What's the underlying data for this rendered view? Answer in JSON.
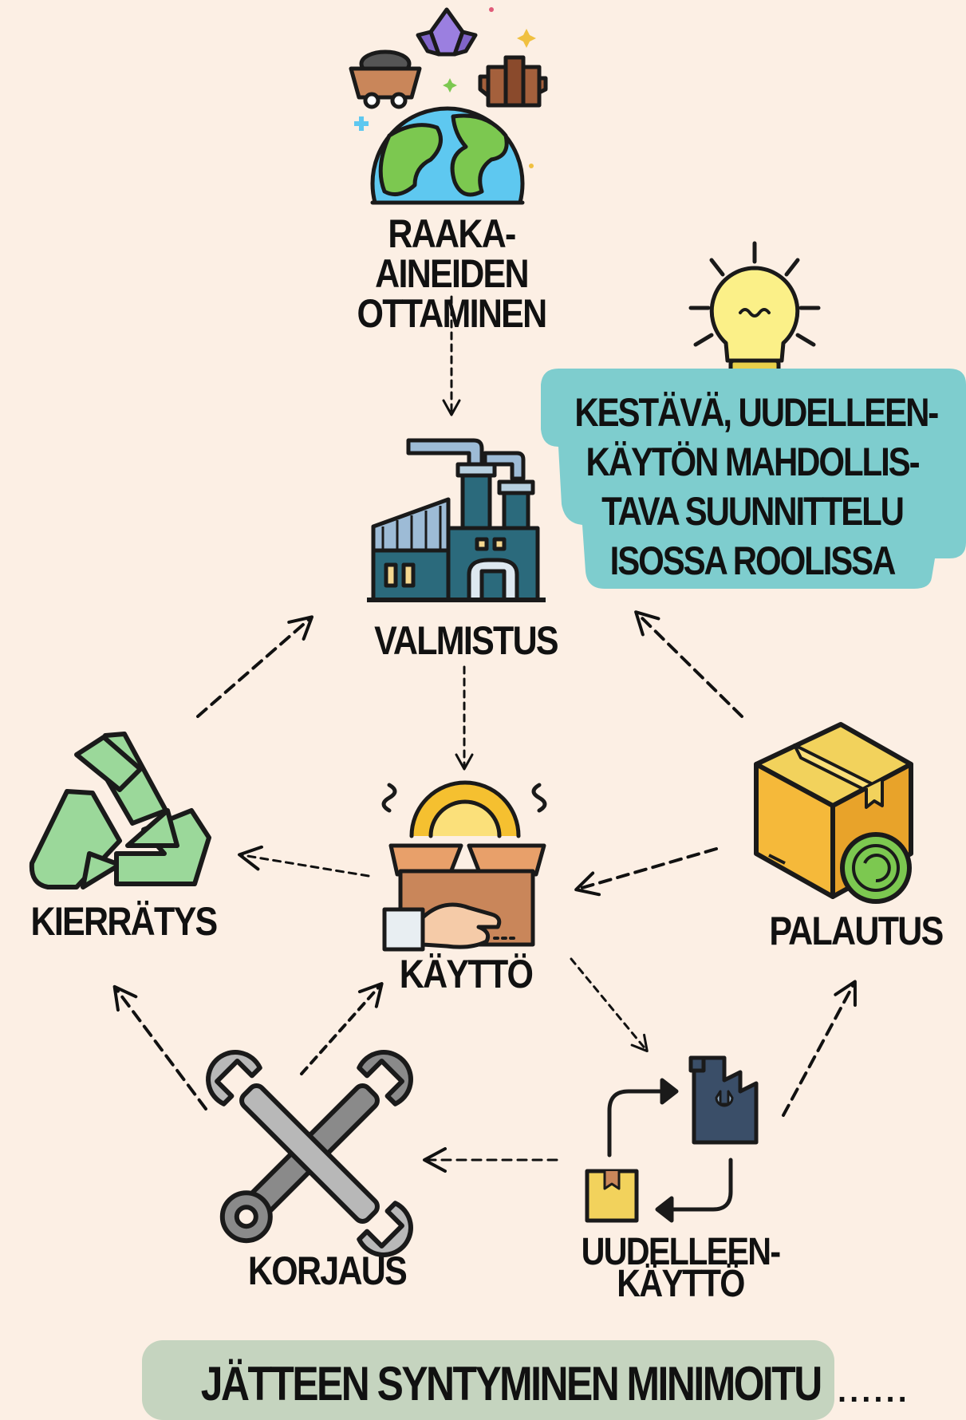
{
  "nodes": {
    "raw_materials": [
      "RAAKA-AINEIDEN",
      "OTTAMINEN"
    ],
    "manufacturing": "VALMISTUS",
    "use": "KÄYTTÖ",
    "recycling": "KIERRÄTYS",
    "return": "PALAUTUS",
    "repair": "KORJAUS",
    "reuse": [
      "UUDELLEEN-",
      "KÄYTTÖ"
    ]
  },
  "callout": {
    "lines": [
      "KESTÄVÄ, UUDELLEEN-",
      "KÄYTÖN MAHDOLLIS-",
      "TAVA SUUNNITTELU",
      "ISOSSA ROOLISSA"
    ],
    "color": "#7ecdce"
  },
  "footer": {
    "text": "JÄTTEEN SYNTYMINEN MINIMOITU",
    "trailing": "......",
    "color": "#c5d4bf"
  },
  "colors": {
    "background": "#fcefe4",
    "outline": "#1a1a1a",
    "earth_water": "#5ec8f0",
    "earth_land": "#7cc850",
    "crystal": "#9b7fe0",
    "factory": "#2b6a7c",
    "recycle": "#9bd89a",
    "box": "#f5b93a",
    "box_light": "#f2d25c",
    "return_badge": "#7cc850",
    "bulb": "#fbf088",
    "kraft": "#c9865a",
    "tool": "#8a8a8a",
    "reuse_factory": "#3a4e68"
  },
  "icons": [
    "mine-cart-icon",
    "crystal-icon",
    "wood-logs-icon",
    "earth-icon",
    "lightbulb-icon",
    "factory-icon",
    "recycle-icon",
    "open-box-icon",
    "package-return-icon",
    "wrench-icon",
    "reuse-cycle-icon"
  ],
  "flows": [
    [
      "raw_materials",
      "manufacturing"
    ],
    [
      "manufacturing",
      "use"
    ],
    [
      "recycling",
      "manufacturing"
    ],
    [
      "return",
      "manufacturing"
    ],
    [
      "use",
      "recycling"
    ],
    [
      "return",
      "use"
    ],
    [
      "use",
      "reuse"
    ],
    [
      "repair",
      "recycling"
    ],
    [
      "repair",
      "use"
    ],
    [
      "reuse",
      "repair"
    ],
    [
      "reuse",
      "return"
    ]
  ]
}
